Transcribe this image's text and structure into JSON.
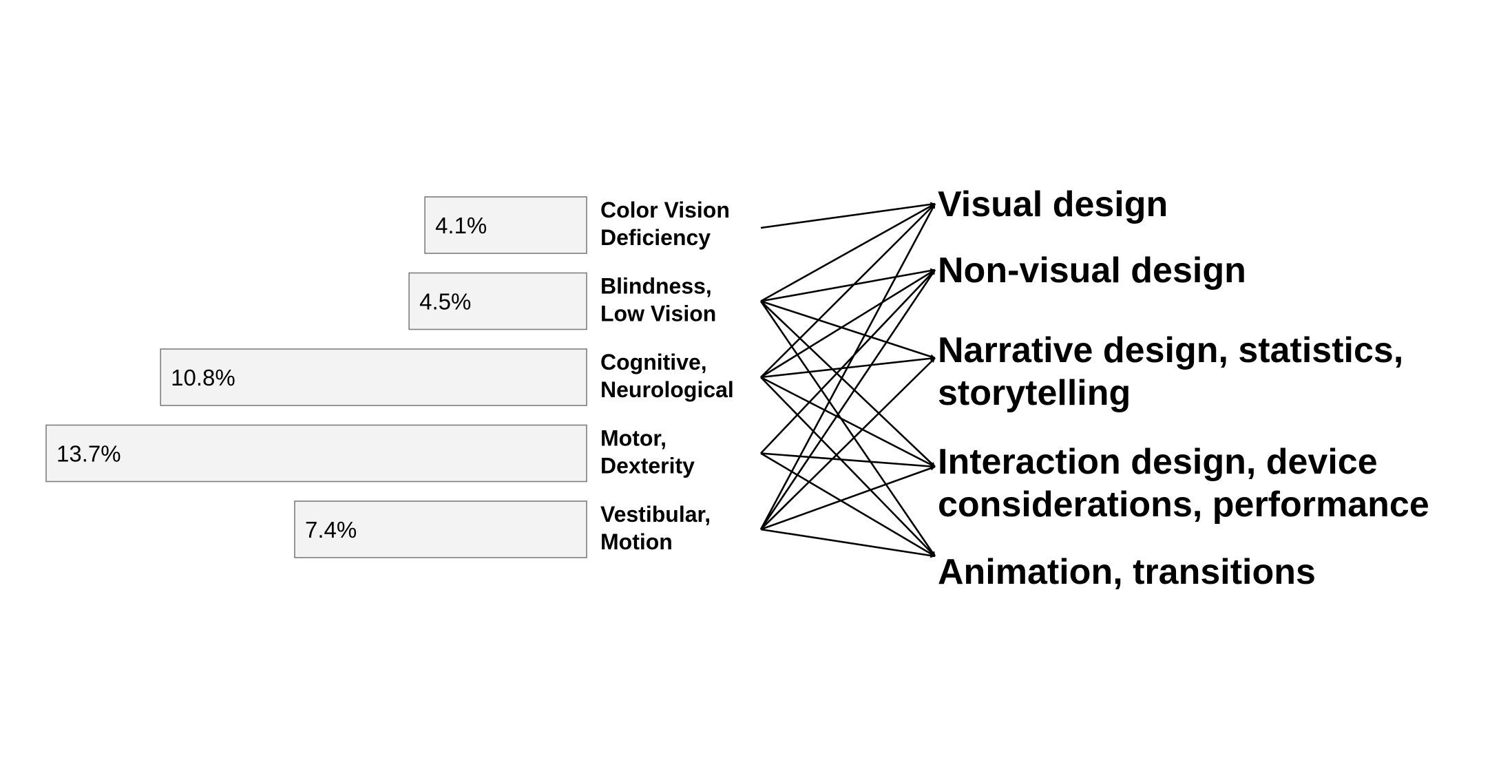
{
  "chart_data": {
    "type": "bar",
    "orientation": "horizontal-left",
    "categories": [
      "Color Vision Deficiency",
      "Blindness, Low Vision",
      "Cognitive, Neurological",
      "Motor, Dexterity",
      "Vestibular, Motion"
    ],
    "values": [
      4.1,
      4.5,
      10.8,
      13.7,
      7.4
    ],
    "value_labels": [
      "4.1%",
      "4.5%",
      "10.8%",
      "13.7%",
      "7.4%"
    ],
    "unit": "%",
    "title": "",
    "xlabel": "",
    "ylabel": "",
    "grid": false
  },
  "disabilities": [
    {
      "id": "cvd",
      "lines": [
        "Color Vision",
        "Deficiency"
      ],
      "value_label": "4.1%"
    },
    {
      "id": "blv",
      "lines": [
        "Blindness,",
        "Low Vision"
      ],
      "value_label": "4.5%"
    },
    {
      "id": "cog",
      "lines": [
        "Cognitive,",
        "Neurological"
      ],
      "value_label": "10.8%"
    },
    {
      "id": "mot",
      "lines": [
        "Motor,",
        "Dexterity"
      ],
      "value_label": "13.7%"
    },
    {
      "id": "ves",
      "lines": [
        "Vestibular,",
        "Motion"
      ],
      "value_label": "7.4%"
    }
  ],
  "topics": [
    {
      "id": "visual",
      "lines": [
        "Visual design"
      ]
    },
    {
      "id": "nonvisual",
      "lines": [
        "Non-visual design"
      ]
    },
    {
      "id": "narrative",
      "lines": [
        "Narrative design, statistics,",
        "storytelling"
      ]
    },
    {
      "id": "interaction",
      "lines": [
        "Interaction design, device",
        "considerations, performance"
      ]
    },
    {
      "id": "animation",
      "lines": [
        "Animation, transitions"
      ]
    }
  ],
  "connections": [
    {
      "from": "cvd",
      "to": "visual"
    },
    {
      "from": "blv",
      "to": "visual"
    },
    {
      "from": "blv",
      "to": "nonvisual"
    },
    {
      "from": "blv",
      "to": "narrative"
    },
    {
      "from": "blv",
      "to": "interaction"
    },
    {
      "from": "blv",
      "to": "animation"
    },
    {
      "from": "cog",
      "to": "visual"
    },
    {
      "from": "cog",
      "to": "nonvisual"
    },
    {
      "from": "cog",
      "to": "narrative"
    },
    {
      "from": "cog",
      "to": "interaction"
    },
    {
      "from": "cog",
      "to": "animation"
    },
    {
      "from": "mot",
      "to": "nonvisual"
    },
    {
      "from": "mot",
      "to": "interaction"
    },
    {
      "from": "mot",
      "to": "animation"
    },
    {
      "from": "ves",
      "to": "visual"
    },
    {
      "from": "ves",
      "to": "nonvisual"
    },
    {
      "from": "ves",
      "to": "narrative"
    },
    {
      "from": "ves",
      "to": "interaction"
    },
    {
      "from": "ves",
      "to": "animation"
    }
  ],
  "colors": {
    "bar_fill": "#f3f3f3",
    "bar_stroke": "#7d7d7d",
    "ink": "#000000"
  }
}
